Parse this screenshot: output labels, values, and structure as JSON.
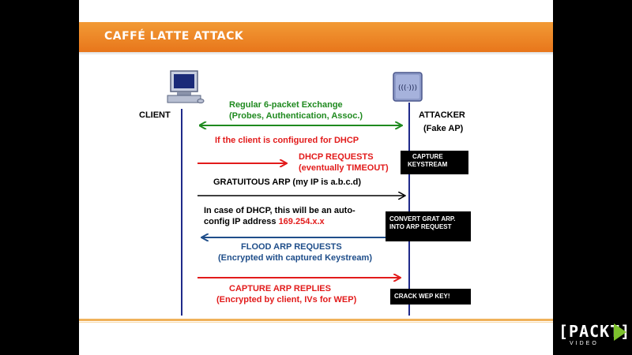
{
  "slide": {
    "title": "CAFFÉ LATTE ATTACK"
  },
  "diagram": {
    "client_label": "CLIENT",
    "attacker_label": "ATTACKER",
    "attacker_sub": "(Fake AP)",
    "step1_line1": "Regular 6-packet Exchange",
    "step1_line2": "(Probes, Authentication, Assoc.)",
    "dhcp_condition": "If the client is configured for DHCP",
    "step2_line1": "DHCP REQUESTS",
    "step2_line2": "(eventually TIMEOUT)",
    "box1_line1": "CAPTURE",
    "box1_line2": "KEYSTREAM",
    "step3": "GRATUITOUS ARP (my IP is a.b.c.d)",
    "note_line1": "In case of DHCP, this will be an auto-",
    "note_line2": "config IP address",
    "note_ip": "169.254.x.x",
    "box2_line1": "CONVERT GRAT ARP.",
    "box2_line2": "INTO ARP REQUEST",
    "step4_line1": "FLOOD ARP REQUESTS",
    "step4_line2": "(Encrypted with captured Keystream)",
    "step5_line1": "CAPTURE ARP REPLIES",
    "step5_line2": "(Encrypted by client, IVs for WEP)",
    "box3": "CRACK WEP KEY!"
  },
  "logo": {
    "brand": "[PACKT]",
    "sub": "VIDEO"
  },
  "colors": {
    "title_bar": "#e8761b",
    "green_arrow": "#1f8a1f",
    "red_arrow": "#e21b1b",
    "blue_arrow": "#1f4e8a",
    "lifeline": "#1f2a8a"
  }
}
